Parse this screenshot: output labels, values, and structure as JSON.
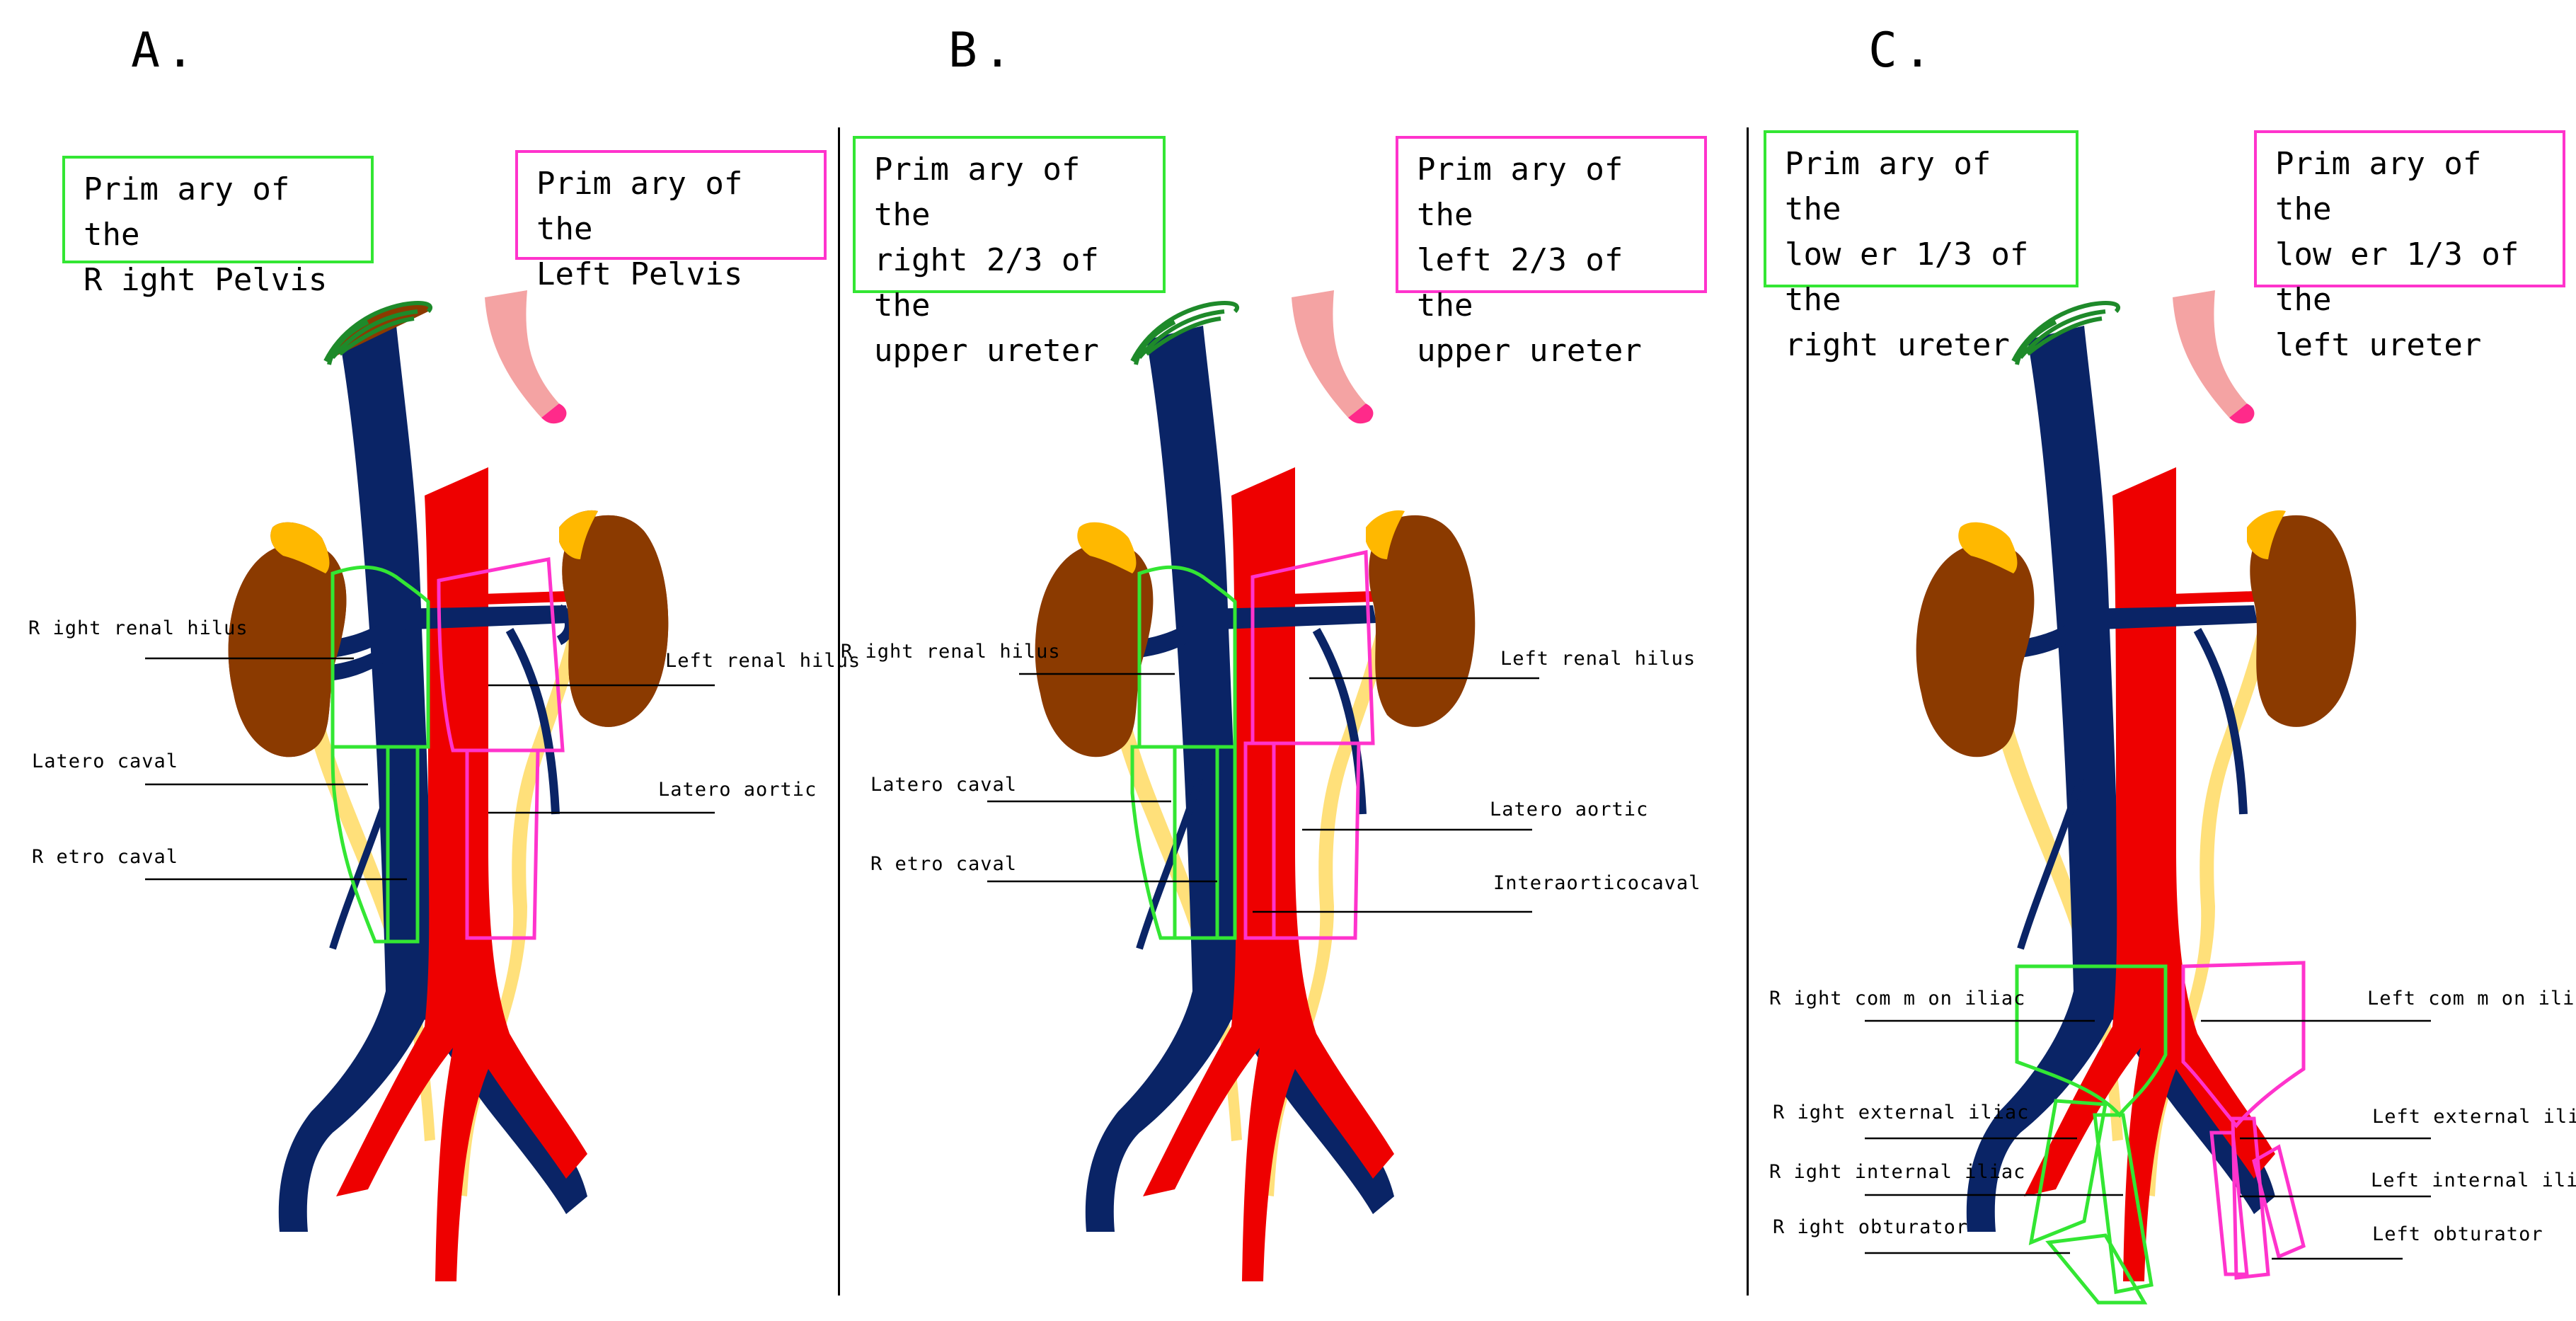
{
  "panels": [
    {
      "letter": "A.",
      "box_right": "Prim ary of the\nR ight Pelvis",
      "box_left": "Prim ary of the\nLeft Pelvis",
      "labels": {
        "right_renal_hilus": "R ight renal hilus",
        "left_renal_hilus": "Left renal hilus",
        "latero_caval": "Latero caval",
        "latero_aortic": "Latero aortic",
        "retro_caval": "R etro caval"
      }
    },
    {
      "letter": "B.",
      "box_right": "Prim ary of the\nright 2/3 of the\nupper ureter",
      "box_left": "Prim ary of the\nleft 2/3 of the\nupper ureter",
      "labels": {
        "right_renal_hilus": "R ight renal hilus",
        "left_renal_hilus": "Left renal hilus",
        "latero_caval": "Latero caval",
        "latero_aortic": "Latero aortic",
        "retro_caval": "R etro caval",
        "interaorticocaval": "Interaorticocaval"
      }
    },
    {
      "letter": "C.",
      "box_right": "Prim ary of the\nlow er 1/3 of the\nright ureter",
      "box_left": "Prim ary of the\nlow er 1/3 of the\nleft ureter",
      "labels": {
        "right_common_iliac": "R ight com m on iliac",
        "left_common_iliac": "Left com m on iliac",
        "right_external_iliac": "R ight external iliac",
        "left_external_iliac": "Left external iliac",
        "right_internal_iliac": "R ight internal iliac",
        "left_internal_iliac": "Left internal iliac",
        "right_obturator": "R ight obturator",
        "left_obturator": "Left obturator"
      }
    }
  ],
  "colors": {
    "vena_cava": "#0a2466",
    "aorta": "#ee0000",
    "kidney": "#8b3a00",
    "adrenal": "#ffb800",
    "ureter": "#ffe07a",
    "esophagus": "#f4a3a3",
    "esophagus_end": "#ff2a8a",
    "diaphragm": "#1e8a2a",
    "green_box": "#33e633",
    "magenta_box": "#ff33cc"
  }
}
